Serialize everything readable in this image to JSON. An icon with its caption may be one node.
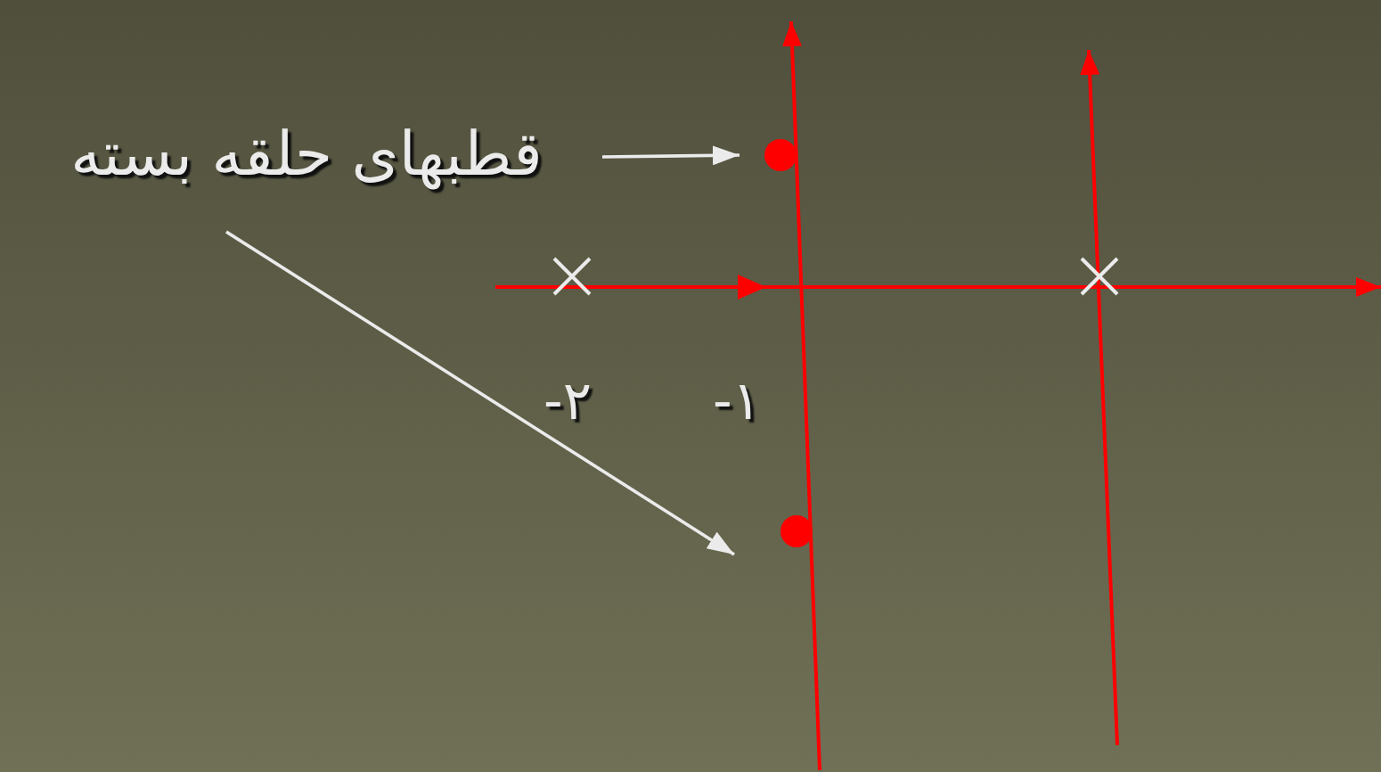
{
  "diagram": {
    "nodes": [
      {
        "text": [
          "قطبهای حلقه بسته"
        ]
      },
      {
        "text": [],
        "shape": "circle"
      },
      {
        "text": [],
        "shape": "circle"
      }
    ],
    "edges": [
      {
        "from": 0,
        "to": 1,
        "arrow": "to"
      },
      {
        "from": 0,
        "to": 2,
        "arrow": "to"
      }
    ],
    "labels": [
      "-۲",
      "-۱"
    ]
  }
}
